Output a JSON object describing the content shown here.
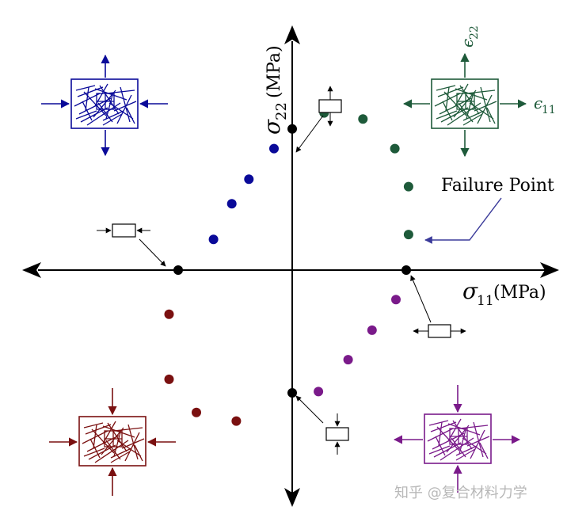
{
  "axis_labels": {
    "y_symbol": "σ",
    "y_sub": "22",
    "y_unit": "(MPa)",
    "x_symbol": "σ",
    "x_sub": "11",
    "x_unit": "(MPa)"
  },
  "strain_labels": {
    "e22_symbol": "ϵ",
    "e22_sub": "22",
    "e11_symbol": "ϵ",
    "e11_sub": "11"
  },
  "annotation": {
    "failure_point": "Failure Point"
  },
  "watermark": "知乎 @复合材料力学",
  "colors": {
    "axis": "#000000",
    "q2_blue": "#0a0a99",
    "q1_green": "#1e5a3a",
    "q3_red": "#7a1010",
    "q4_purple": "#7a1a8a",
    "arrow_annotation": "#3a3a9a",
    "watermark": "#b8b8b8"
  },
  "chart_data": {
    "type": "scatter",
    "axes": {
      "x_quantity": "σ11",
      "y_quantity": "σ22",
      "tick_labels": "none"
    },
    "series": [
      {
        "quadrant": "II",
        "color": "#0a0a99",
        "points": [
          [
            -0.69,
            0.25
          ],
          [
            -0.53,
            0.54
          ],
          [
            -0.38,
            0.74
          ],
          [
            -0.16,
            0.99
          ]
        ]
      },
      {
        "quadrant": "I",
        "color": "#1e5a3a",
        "points": [
          [
            0.28,
            1.28
          ],
          [
            0.62,
            1.23
          ],
          [
            0.9,
            0.99
          ],
          [
            1.02,
            0.68
          ],
          [
            1.02,
            0.29
          ]
        ]
      },
      {
        "quadrant": "III",
        "color": "#7a1010",
        "points": [
          [
            -1.08,
            -0.36
          ],
          [
            -1.08,
            -0.89
          ],
          [
            -0.84,
            -1.16
          ],
          [
            -0.49,
            -1.23
          ]
        ]
      },
      {
        "quadrant": "IV",
        "color": "#7a1a8a",
        "points": [
          [
            0.23,
            -0.99
          ],
          [
            0.49,
            -0.73
          ],
          [
            0.7,
            -0.49
          ],
          [
            0.91,
            -0.24
          ]
        ]
      },
      {
        "quadrant": "axes",
        "color": "#000000",
        "points": [
          [
            0.0,
            1.15
          ],
          [
            -1.0,
            0.0
          ],
          [
            1.0,
            0.0
          ],
          [
            0.0,
            -1.0
          ]
        ]
      }
    ]
  }
}
